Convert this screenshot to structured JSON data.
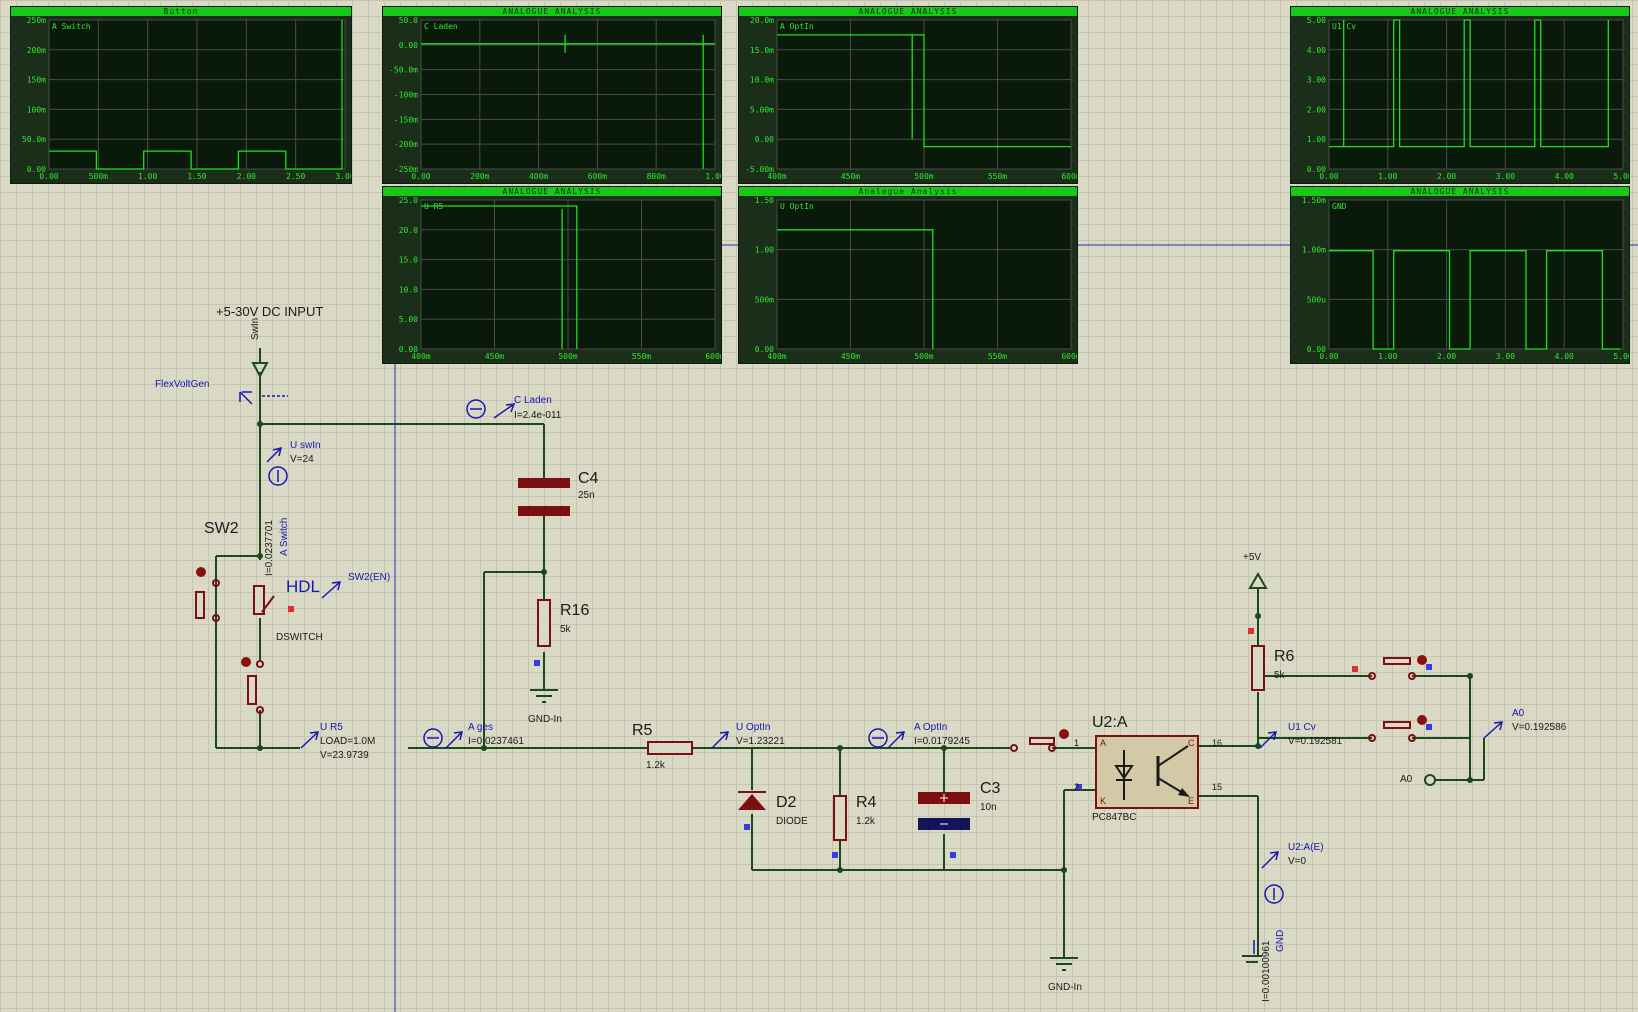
{
  "graphs": [
    {
      "id": "g1",
      "title": "Button",
      "trace": "A Switch",
      "y_ticks": [
        "250m",
        "200m",
        "150m",
        "100m",
        "50.0m",
        "0.00"
      ],
      "x_ticks": [
        "0.00",
        "500m",
        "1.00",
        "1.50",
        "2.00",
        "2.50",
        "3.00"
      ]
    },
    {
      "id": "g2",
      "title": "ANALOGUE ANALYSIS",
      "trace": "C Laden",
      "y_ticks": [
        "50.0",
        "0.00",
        "-50.0m",
        "-100m",
        "-150m",
        "-200m",
        "-250m"
      ],
      "x_ticks": [
        "0.00",
        "200m",
        "400m",
        "600m",
        "800m",
        "1.00"
      ]
    },
    {
      "id": "g3",
      "title": "ANALOGUE ANALYSIS",
      "trace": "A OptIn",
      "y_ticks": [
        "20.0m",
        "15.0m",
        "10.0m",
        "5.00m",
        "0.00",
        "-5.00m"
      ],
      "x_ticks": [
        "400m",
        "450m",
        "500m",
        "550m",
        "600m"
      ]
    },
    {
      "id": "g4",
      "title": "ANALOGUE ANALYSIS",
      "trace": "U1 Cv",
      "y_ticks": [
        "5.00",
        "4.00",
        "3.00",
        "2.00",
        "1.00",
        "0.00"
      ],
      "x_ticks": [
        "0.00",
        "1.00",
        "2.00",
        "3.00",
        "4.00",
        "5.00"
      ]
    },
    {
      "id": "g5",
      "title": "ANALOGUE ANALYSIS",
      "trace": "U R5",
      "y_ticks": [
        "25.0",
        "20.0",
        "15.0",
        "10.0",
        "5.00",
        "0.00"
      ],
      "x_ticks": [
        "400m",
        "450m",
        "500m",
        "550m",
        "600m"
      ]
    },
    {
      "id": "g6",
      "title": "Analogue Analysis",
      "trace": "U OptIn",
      "y_ticks": [
        "1.50",
        "1.00",
        "500m",
        "0.00"
      ],
      "x_ticks": [
        "400m",
        "450m",
        "500m",
        "550m",
        "600m"
      ]
    },
    {
      "id": "g7",
      "title": "ANALOGUE ANALYSIS",
      "trace": "GND",
      "y_ticks": [
        "1.50m",
        "1.00m",
        "500u",
        "0.00"
      ],
      "x_ticks": [
        "0.00",
        "1.00",
        "2.00",
        "3.00",
        "4.00",
        "5.00"
      ]
    }
  ],
  "schematic": {
    "input_label": "+5-30V DC INPUT",
    "swin_label": "SwIn",
    "flexvoltgen": "FlexVoltGen",
    "probe_u_swin": "U swIn",
    "probe_u_swin_val": "V=24",
    "probe_c_laden": "C Laden",
    "probe_c_laden_val": "I=2.4e-011",
    "probe_aswitch": "A Switch",
    "probe_aswitch_val": "I=0.0237701",
    "sw2": "SW2",
    "hdl": "HDL",
    "sw2en": "SW2(EN)",
    "dswitch": "DSWITCH",
    "c4": "C4",
    "c4v": "25n",
    "r16": "R16",
    "r16v": "5k",
    "gnd_in_1": "GND-In",
    "probe_ur5": "U R5",
    "probe_ur5_load": "LOAD=1.0M",
    "probe_ur5_val": "V=23.9739",
    "probe_ages": "A ges",
    "probe_ages_val": "I=0.0237461",
    "r5": "R5",
    "r5v": "1.2k",
    "probe_uoptin": "U OptIn",
    "probe_uoptin_val": "V=1.23221",
    "probe_aoptin": "A OptIn",
    "probe_aoptin_val": "I=0.0179245",
    "d2": "D2",
    "d2v": "DIODE",
    "r4": "R4",
    "r4v": "1.2k",
    "c3": "C3",
    "c3v": "10n",
    "u2a": "U2:A",
    "u2part": "PC847BC",
    "pin_a": "A",
    "pin_k": "K",
    "pin_c": "C",
    "pin_e": "E",
    "pin1": "1",
    "pin2": "2",
    "pin16": "16",
    "pin15": "15",
    "gnd_in_2": "GND-In",
    "plus5v": "+5V",
    "r6": "R6",
    "r6v": "5k",
    "probe_u1cv": "U1 Cv",
    "probe_u1cv_val": "V=0.192581",
    "probe_a0": "A0",
    "probe_a0_val": "V=0.192586",
    "a0_terminal": "A0",
    "probe_u2ae": "U2:A(E)",
    "probe_u2ae_val": "V=0",
    "gnd_probe": "GND",
    "gnd_probe_val": "I=0.00100961"
  },
  "colors": {
    "wire": "#1a4a1a",
    "component": "#7a1010",
    "probe": "#1818b0",
    "trace": "#22dd22",
    "grid_line": "#3a3a3a"
  }
}
